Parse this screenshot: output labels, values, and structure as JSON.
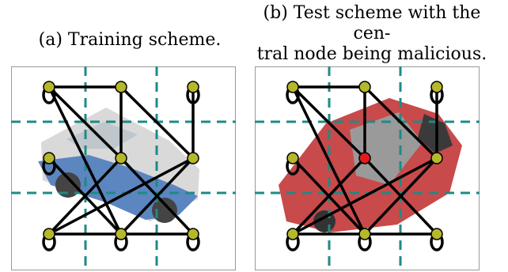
{
  "captions": {
    "a": "(a) Training scheme.",
    "b_line1": "(b) Test scheme with the cen-",
    "b_line2": "tral node being malicious."
  },
  "colors": {
    "grid_dash": "#1f8a86",
    "node_fill": "#b5b82a",
    "malicious_node_fill": "#e11b1b",
    "edge": "#000000",
    "frame": "#999999",
    "van_a_body": "#5b86bf",
    "van_a_roof": "#d9d9d9",
    "van_b_body": "#c84a4a"
  },
  "nodes": [
    "r0c0",
    "r0c1",
    "r0c2",
    "r1c0",
    "r1c1",
    "r1c2",
    "r2c0",
    "r2c1",
    "r2c2"
  ],
  "edges": [
    [
      "r0c0",
      "r0c1"
    ],
    [
      "r0c1",
      "r1c1"
    ],
    [
      "r0c2",
      "r1c2"
    ],
    [
      "r0c0",
      "r1c1"
    ],
    [
      "r0c0",
      "r2c1"
    ],
    [
      "r0c1",
      "r1c2"
    ],
    [
      "r1c0",
      "r2c1"
    ],
    [
      "r1c1",
      "r2c2"
    ],
    [
      "r1c1",
      "r2c0"
    ],
    [
      "r1c2",
      "r2c0"
    ],
    [
      "r2c0",
      "r2c1"
    ],
    [
      "r2c1",
      "r2c2"
    ],
    [
      "r1c2",
      "r2c1"
    ]
  ],
  "self_loop_nodes": [
    "r0c0",
    "r0c2",
    "r1c0",
    "r2c0",
    "r2c1",
    "r2c2"
  ],
  "malicious_node_panel_b": "r1c1"
}
